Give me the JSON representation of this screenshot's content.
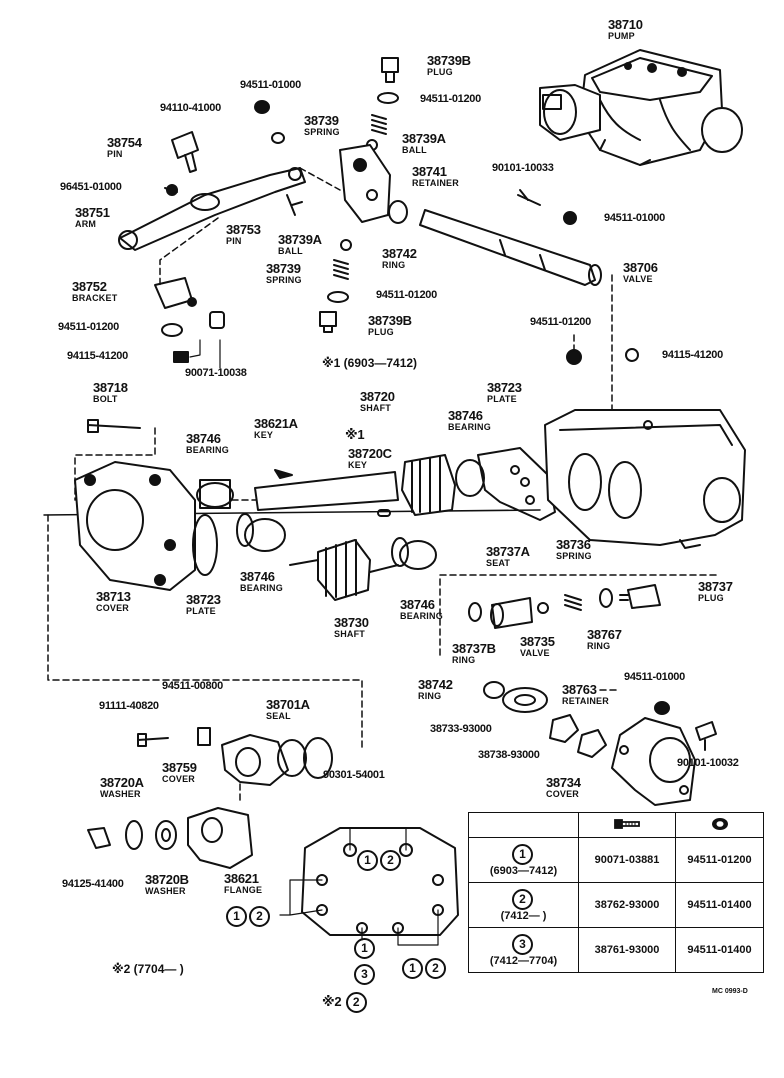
{
  "labels": {
    "pump_num": "38710",
    "pump_sub": "PUMP",
    "plug_b_num": "38739B",
    "plug_b_sub": "PLUG",
    "wash1_num": "94511-01000",
    "wash2_num": "94511-01200",
    "nut1_num": "94110-41000",
    "spring1_num": "38739",
    "spring1_sub": "SPRING",
    "ball1_num": "38739A",
    "ball1_sub": "BALL",
    "pin1_num": "38754",
    "pin1_sub": "PIN",
    "retainer1_num": "38741",
    "retainer1_sub": "RETAINER",
    "bolt1_num": "90101-10033",
    "grease_num": "96451-01000",
    "wash3_num": "94511-01000",
    "arm_num": "38751",
    "arm_sub": "ARM",
    "pin2_num": "38753",
    "pin2_sub": "PIN",
    "ball2_num": "38739A",
    "ball2_sub": "BALL",
    "ring1_num": "38742",
    "ring1_sub": "RING",
    "spring2_num": "38739",
    "spring2_sub": "SPRING",
    "valve1_num": "38706",
    "valve1_sub": "VALVE",
    "bracket_num": "38752",
    "bracket_sub": "BRACKET",
    "wash4_num": "94511-01200",
    "plug2_num": "38739B",
    "plug2_sub": "PLUG",
    "wash5_num": "94511-01200",
    "wash6_num": "94511-01200",
    "nut2_num": "94115-41200",
    "nut3_num": "94115-41200",
    "nut4_num": "90071-10038",
    "note1": "※1  (6903—7412)",
    "bolt2_num": "38718",
    "bolt2_sub": "BOLT",
    "key1_num": "38621A",
    "key1_sub": "KEY",
    "shaft1_num": "38720",
    "shaft1_sub": "SHAFT",
    "plate1_num": "38723",
    "plate1_sub": "PLATE",
    "bearing1_num": "38746",
    "bearing1_sub": "BEARING",
    "bearing2_num": "38746",
    "bearing2_sub": "BEARING",
    "mark1": "※1",
    "key2_num": "38720C",
    "key2_sub": "KEY",
    "cover1_num": "38713",
    "cover1_sub": "COVER",
    "plate2_num": "38723",
    "plate2_sub": "PLATE",
    "bearing3_num": "38746",
    "bearing3_sub": "BEARING",
    "bearing4_num": "38746",
    "bearing4_sub": "BEARING",
    "shaft2_num": "38730",
    "shaft2_sub": "SHAFT",
    "seat_num": "38737A",
    "seat_sub": "SEAT",
    "spring3_num": "38736",
    "spring3_sub": "SPRING",
    "plug3_num": "38737",
    "plug3_sub": "PLUG",
    "ring2_num": "38737B",
    "ring2_sub": "RING",
    "valve2_num": "38735",
    "valve2_sub": "VALVE",
    "ring3_num": "38767",
    "ring3_sub": "RING",
    "ring4_num": "38742",
    "ring4_sub": "RING",
    "retainer2_num": "38763",
    "retainer2_sub": "RETAINER",
    "wash7_num": "94511-01000",
    "wash8_num": "94511-00800",
    "bolt3_num": "91111-40820",
    "seal_num": "38701A",
    "seal_sub": "SEAL",
    "nut5_num": "38733-93000",
    "nut6_num": "38738-93000",
    "bolt4_num": "90101-10032",
    "cover2_num": "38759",
    "cover2_sub": "COVER",
    "oring_num": "90301-54001",
    "washer1_num": "38720A",
    "washer1_sub": "WASHER",
    "cover3_num": "38734",
    "cover3_sub": "COVER",
    "nut7_num": "94125-41400",
    "washer2_num": "38720B",
    "washer2_sub": "WASHER",
    "flange_num": "38621",
    "flange_sub": "FLANGE",
    "note2": "※2  (7704—        )",
    "mark2": "※2",
    "c1": "1",
    "c2": "2",
    "c3": "3"
  },
  "table": {
    "rows": [
      {
        "circle": "1",
        "range": "(6903—7412)",
        "bolt": "90071-03881",
        "washer": "94511-01200"
      },
      {
        "circle": "2",
        "range": "(7412—        )",
        "bolt": "38762-93000",
        "washer": "94511-01400"
      },
      {
        "circle": "3",
        "range": "(7412—7704)",
        "bolt": "38761-93000",
        "washer": "94511-01400"
      }
    ]
  },
  "code": "MC 0993-D"
}
